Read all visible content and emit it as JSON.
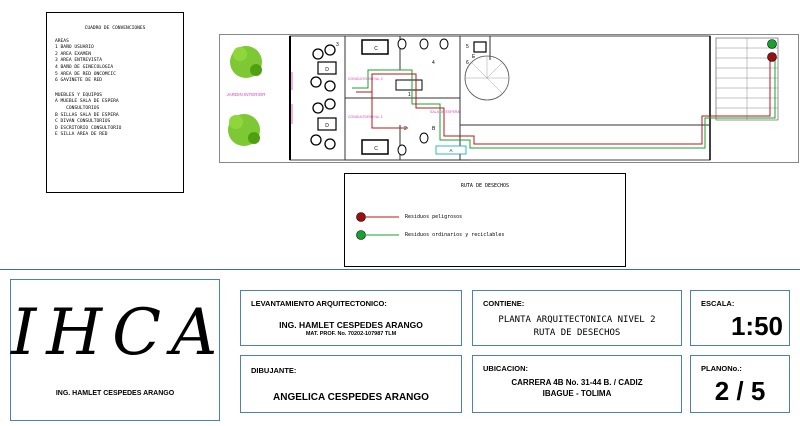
{
  "legend": {
    "title": "CUADRO DE CONVENCIONES",
    "areas_title": "AREAS",
    "areas": [
      "1  BAÑO USUARIO",
      "2  AREA EXAMEN",
      "3  AREA ENTREVISTA",
      "4  BAÑO DE GINECOLOGIA",
      "5  AREA DE RED ONCOMCIC",
      "6  GAVINETE DE RED"
    ],
    "equipment_title": "MUEBLES Y EQUIPOS",
    "equipment": [
      "A  MUEBLE SALA DE ESPERA",
      "    CONSULTORIOS",
      "B  SILLAS SALA DE ESPERA",
      "C  DIVAN CONSULTORIOS",
      "D  ESCRITORIO CONSULTORIO",
      "E  SILLA AREA DE RED"
    ]
  },
  "plan": {
    "garden_label": "JARDIN INTERIOR",
    "sala_espera_label": "SALA DE ESPERA",
    "room_label_1": "CONSULTORIO No. 1",
    "room_label_2": "CONSULTORIO No. 2",
    "furniture_a": "A",
    "furniture_b": "B",
    "furniture_c1": "C",
    "furniture_c2": "C",
    "furniture_d1": "D",
    "furniture_d2": "D",
    "furniture_e": "E",
    "room_num_3": "3",
    "room_num_5": "5",
    "room_num_6": "6",
    "room_num_1": "1",
    "room_num_2": "2",
    "room_num_4": "4"
  },
  "route": {
    "title": "RUTA DE DESECHOS",
    "hazardous_label": "Residuos peligrosos",
    "ordinary_label": "Residuos ordinarios y reciclables",
    "hazardous_color": "#b01818",
    "ordinary_color": "#18a030"
  },
  "title_block": {
    "logo": "IHCA",
    "logo_owner": "ING. HAMLET CESPEDES ARANGO",
    "survey_heading": "LEVANTAMIENTO ARQUITECTONICO:",
    "survey_name": "ING. HAMLET CESPEDES ARANGO",
    "survey_license": "MAT. PROF. No. 70202-107987 TLM",
    "drawer_heading": "DIBUJANTE:",
    "drawer_name": "ANGELICA CESPEDES ARANGO",
    "contents_heading": "CONTIENE:",
    "contents_line1": "PLANTA ARQUITECTONICA NIVEL 2",
    "contents_line2": "RUTA DE DESECHOS",
    "location_heading": "UBICACION:",
    "location_line1": "CARRERA 4B No. 31-44  B. / CADIZ",
    "location_line2": "IBAGUE - TOLIMA",
    "scale_heading": "ESCALA:",
    "scale_value": "1:50",
    "sheet_heading": "PLANONo.:",
    "sheet_value": "2 / 5"
  }
}
